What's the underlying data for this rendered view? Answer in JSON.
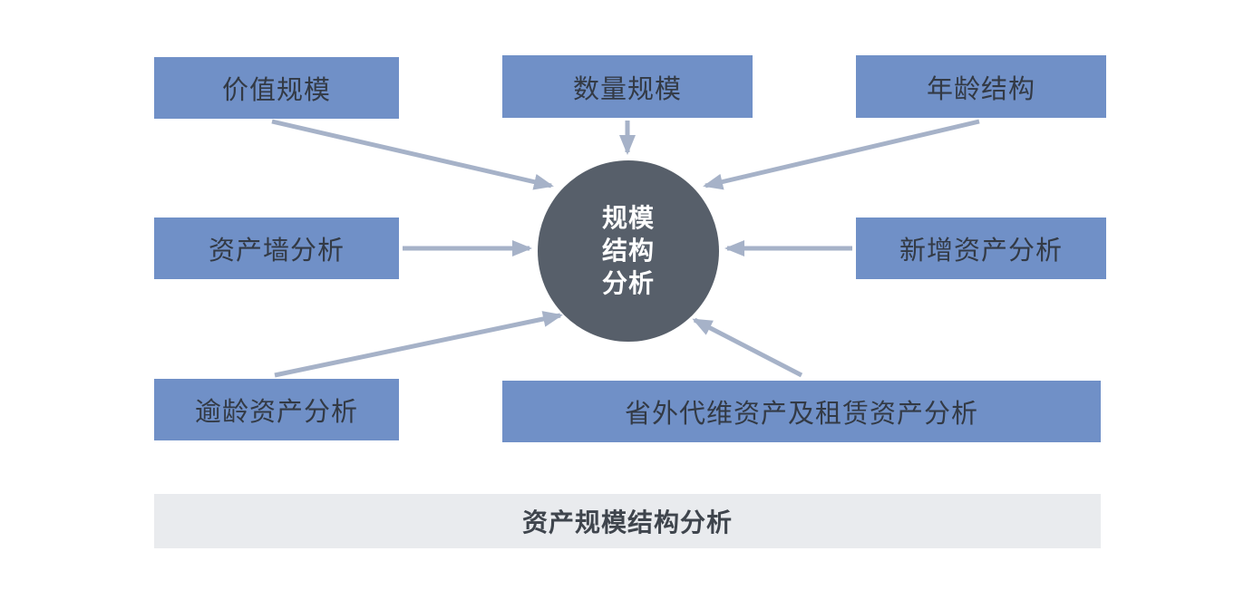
{
  "colors": {
    "box_fill": "#7090C7",
    "circle_fill": "#575F6A",
    "arrow": "#A6B2C8",
    "footer_fill": "#E9EBEE",
    "box_text": "#333A45",
    "circle_text": "#FFFFFF",
    "footer_text": "#3F454D"
  },
  "diagram": {
    "nodes": [
      {
        "id": "value-scale",
        "label": "价值规模"
      },
      {
        "id": "quantity-scale",
        "label": "数量规模"
      },
      {
        "id": "age-structure",
        "label": "年龄结构"
      },
      {
        "id": "asset-wall-analysis",
        "label": "资产墙分析"
      },
      {
        "id": "new-asset-analysis",
        "label": "新增资产分析"
      },
      {
        "id": "overage-asset-analysis",
        "label": "逾龄资产分析"
      },
      {
        "id": "external-maintained-leased-asset-analysis",
        "label": "省外代维资产及租赁资产分析"
      }
    ],
    "center": {
      "lines": [
        "规模",
        "结构",
        "分析"
      ]
    },
    "footer_label": "资产规模结构分析"
  }
}
